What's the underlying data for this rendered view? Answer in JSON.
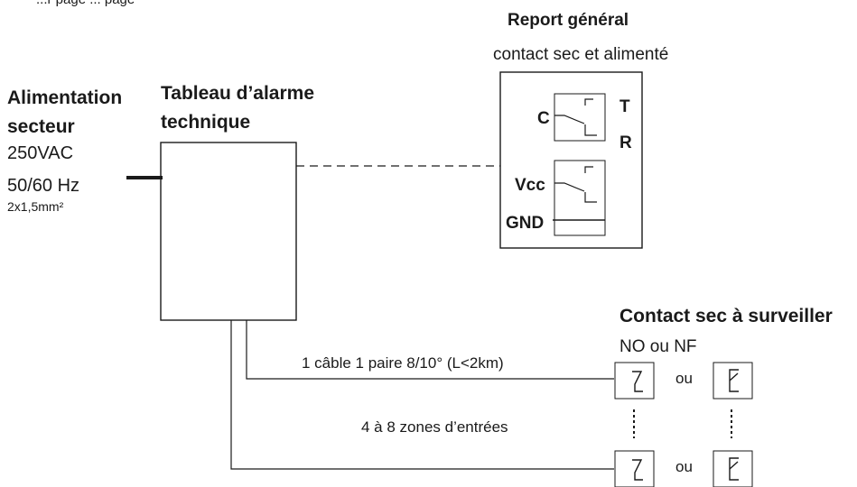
{
  "top_fragment": "...r page ... page",
  "power": {
    "title_line1": "Alimentation",
    "title_line2": "secteur",
    "voltage": "250VAC",
    "frequency": "50/60 Hz",
    "cable": "2x1,5mm²"
  },
  "panel": {
    "title_line1": "Tableau d’alarme",
    "title_line2": "technique"
  },
  "report": {
    "title": "Report général",
    "subtitle": "contact  sec et alimenté",
    "terminals": {
      "c": "C",
      "t": "T",
      "r": "R",
      "vcc": "Vcc",
      "gnd": "GND"
    }
  },
  "contacts": {
    "title": "Contact sec à surveiller",
    "subtitle": "NO ou NF",
    "or_label": "ou"
  },
  "cables": {
    "cable_label": "1 câble 1 paire 8/10° (L<2km)",
    "zones_label": "4 à 8 zones d’entrées"
  }
}
